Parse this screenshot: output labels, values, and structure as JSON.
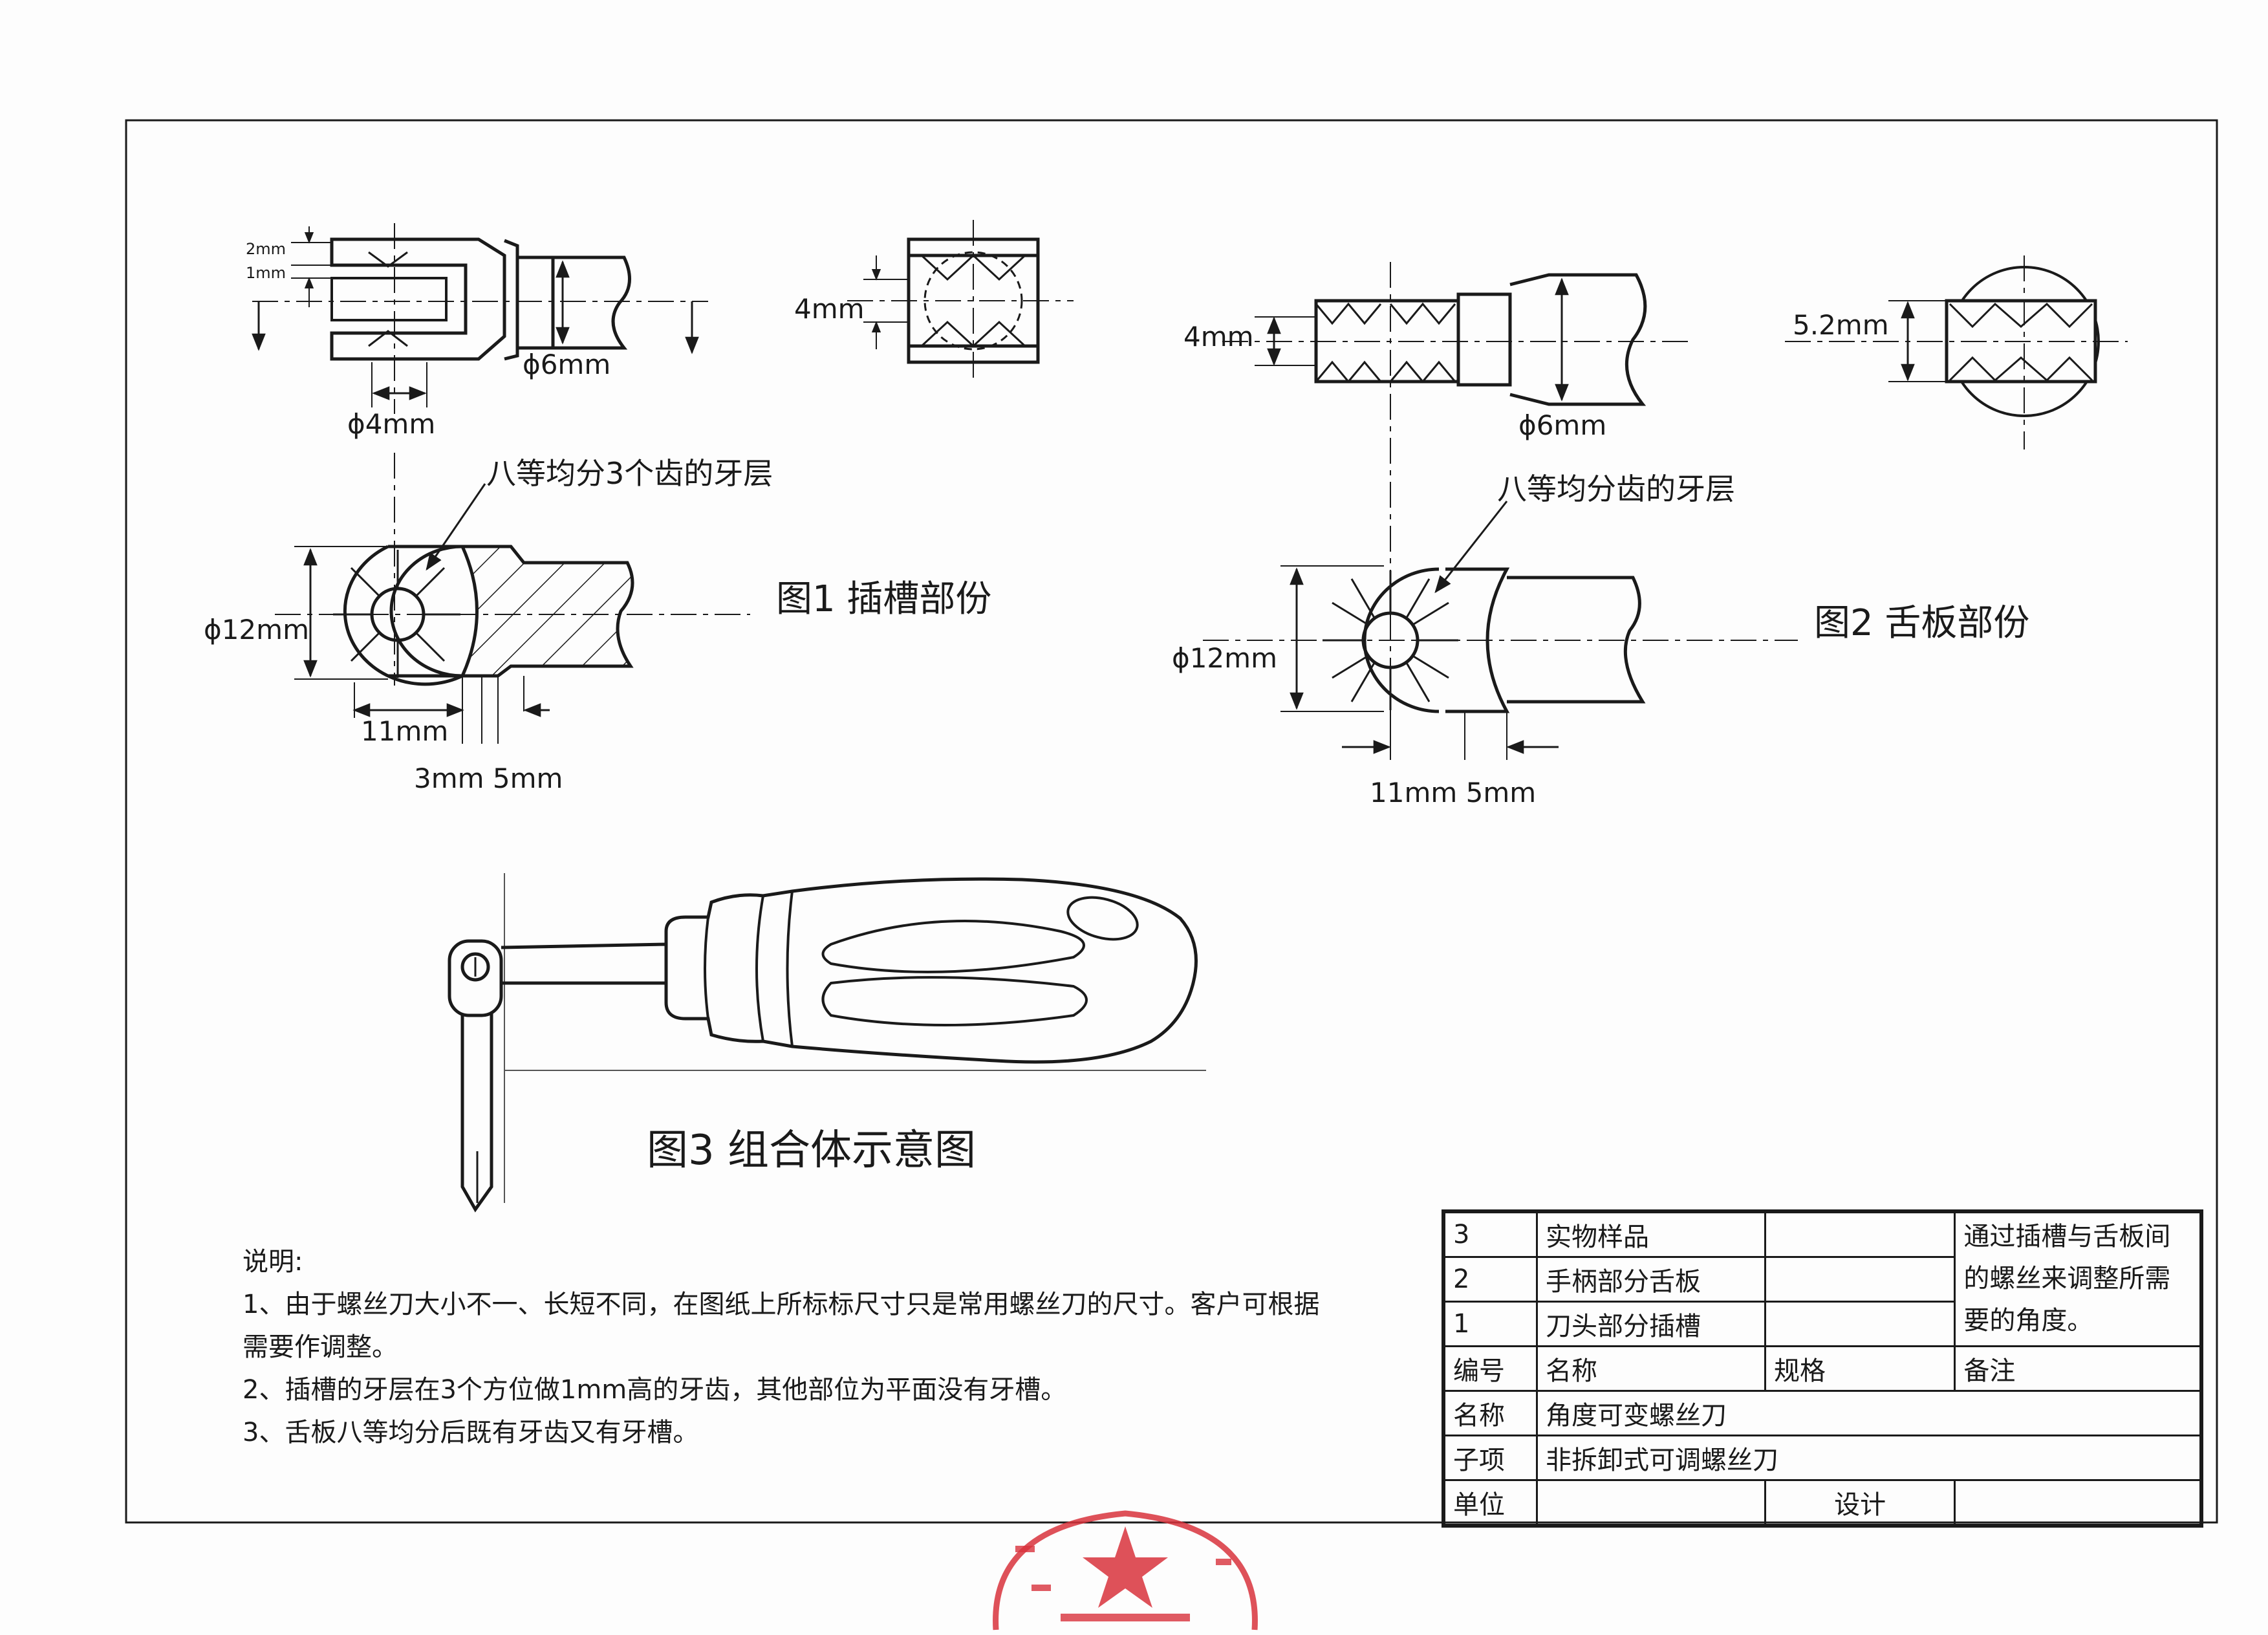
{
  "figure1": {
    "caption": "图1  插槽部份",
    "tooth_note": "八等均分3个齿的牙层",
    "dims": {
      "top_2mm": "2mm",
      "top_1mm": "1mm",
      "phi6": "ϕ6mm",
      "phi4": "ϕ4mm",
      "side_4mm": "4mm",
      "phi12": "ϕ12mm",
      "len_11mm": "11mm",
      "len_3mm_5mm": "3mm 5mm"
    }
  },
  "figure2": {
    "caption": "图2  舌板部份",
    "tooth_note": "八等均分齿的牙层",
    "dims": {
      "left_4mm": "4mm",
      "phi6": "ϕ6mm",
      "side_5_2mm": "5.2mm",
      "phi12": "ϕ12mm",
      "len_11mm_5mm": "11mm  5mm"
    }
  },
  "figure3": {
    "caption": "图3  组合体示意图"
  },
  "notes": {
    "title": "说明:",
    "items": [
      "1、由于螺丝刀大小不一、长短不同，在图纸上所标标尺寸只是常用螺丝刀的尺寸。客户可根据需要作调整。",
      "2、插槽的牙层在3个方位做1mm高的牙齿，其他部位为平面没有牙槽。",
      "3、舌板八等均分后既有牙齿又有牙槽。"
    ]
  },
  "title_block": {
    "parts": [
      {
        "no": "3",
        "name": "实物样品",
        "spec": ""
      },
      {
        "no": "2",
        "name": "手柄部分舌板",
        "spec": ""
      },
      {
        "no": "1",
        "name": "刀头部分插槽",
        "spec": ""
      }
    ],
    "remark": "通过插槽与舌板间的螺丝来调整所需要的角度。",
    "header": {
      "no": "编号",
      "name": "名称",
      "spec": "规格",
      "remark": "备注"
    },
    "name_label": "名称",
    "name_value": "角度可变螺丝刀",
    "sub_label": "子项",
    "sub_value": "非拆卸式可调螺丝刀",
    "unit_label": "单位",
    "unit_value": "",
    "design_label": "设计",
    "design_value": ""
  },
  "colors": {
    "ink": "#1a1a1a",
    "stamp": "#d8323c"
  }
}
